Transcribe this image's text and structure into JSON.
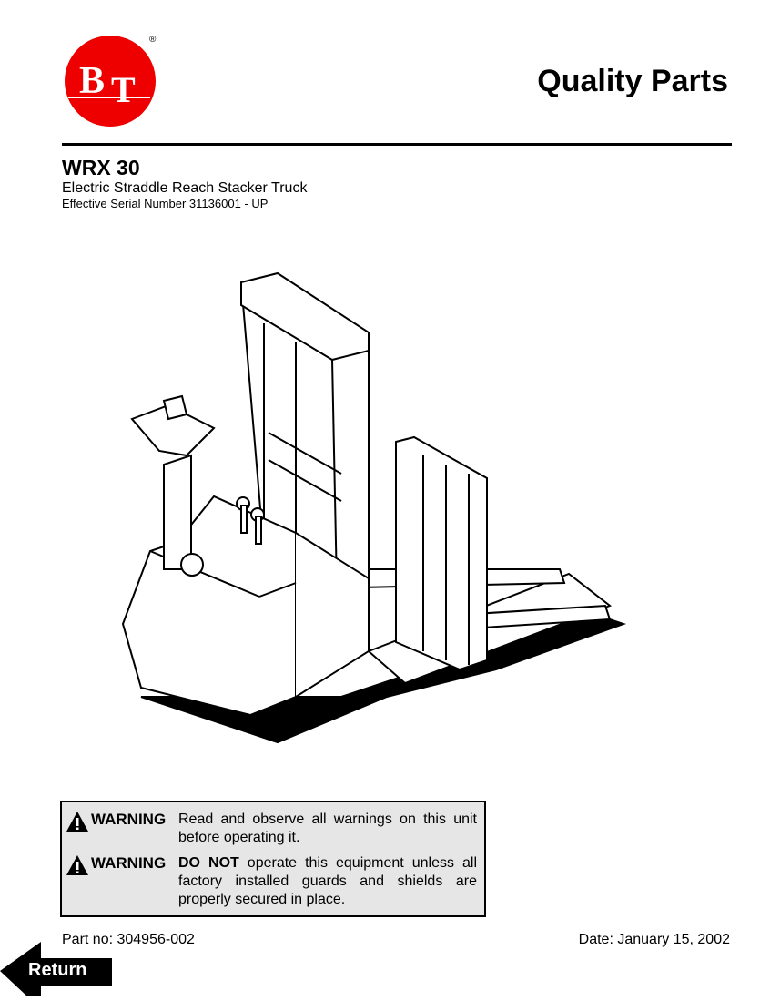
{
  "header": {
    "logo_text": "BT",
    "registered_mark": "®",
    "title": "Quality Parts"
  },
  "product": {
    "model": "WRX 30",
    "description": "Electric Straddle Reach Stacker Truck",
    "serial": "Effective Serial Number 31136001 - UP"
  },
  "warnings": [
    {
      "label": "WARNING",
      "emphasis": "",
      "text": "Read and observe all warnings on this unit before operating it."
    },
    {
      "label": "WARNING",
      "emphasis": "DO NOT",
      "text": " operate this equipment unless all factory installed guards and shields are properly secured in place."
    }
  ],
  "footer": {
    "part_no": "Part no: 304956-002",
    "date": "Date: January 15, 2002",
    "return_label": "Return"
  },
  "colors": {
    "logo_red": "#ee0000",
    "warning_bg": "#e6e6e6"
  }
}
